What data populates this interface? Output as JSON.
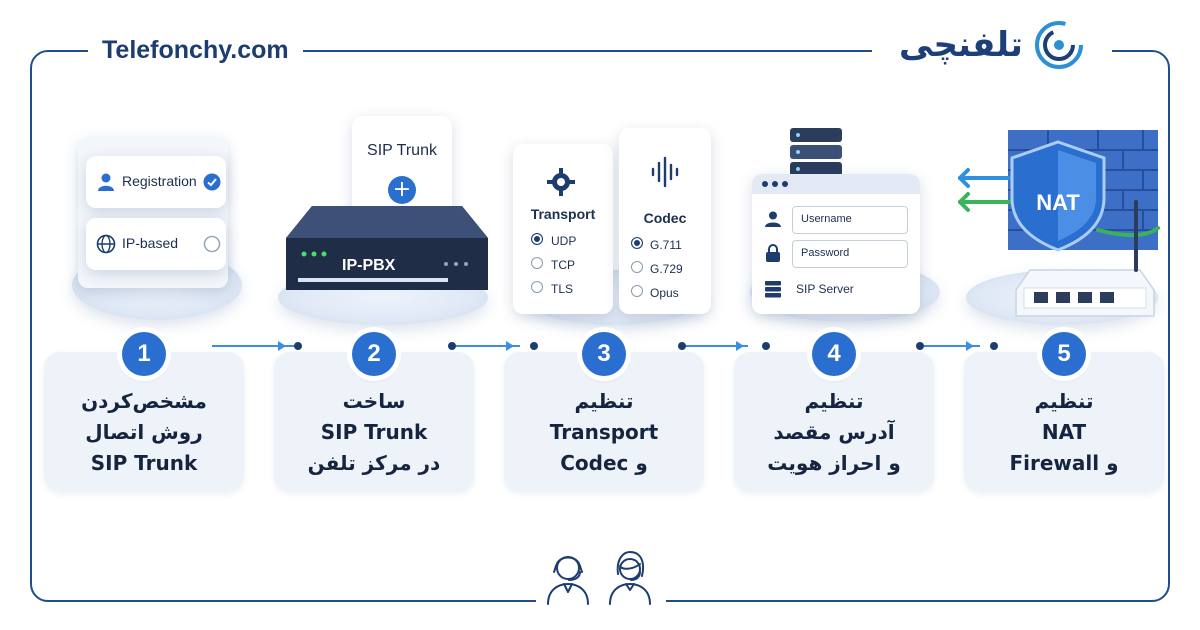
{
  "header": {
    "site": "Telefonchy.com",
    "brand_name": "تلفنچی"
  },
  "steps": [
    {
      "number": "1",
      "lines": [
        "مشخص‌کردن",
        "روش اتصال",
        "SIP Trunk"
      ],
      "illustration": {
        "options": [
          "Registration",
          "IP-based"
        ]
      }
    },
    {
      "number": "2",
      "lines": [
        "ساخت",
        "SIP Trunk",
        "در مرکز تلفن"
      ],
      "illustration": {
        "card_label": "SIP Trunk",
        "device_label": "IP-PBX"
      }
    },
    {
      "number": "3",
      "lines": [
        "تنظیم",
        "Transport",
        "و Codec"
      ],
      "illustration": {
        "left_title": "Transport",
        "left_options": [
          "UDP",
          "TCP",
          "TLS"
        ],
        "right_title": "Codec",
        "right_options": [
          "G.711",
          "G.729",
          "Opus"
        ]
      }
    },
    {
      "number": "4",
      "lines": [
        "تنظیم",
        "آدرس مقصد",
        "و احراز هویت"
      ],
      "illustration": {
        "fields": [
          "Username",
          "Password"
        ],
        "server_label": "SIP Server"
      }
    },
    {
      "number": "5",
      "lines": [
        "تنظیم",
        "NAT",
        "و Firewall"
      ],
      "illustration": {
        "shield_label": "NAT"
      }
    }
  ],
  "colors": {
    "accent": "#2a6ed0",
    "frame": "#1f4d8f",
    "card_bg": "#eef2f9",
    "text": "#15253f"
  }
}
